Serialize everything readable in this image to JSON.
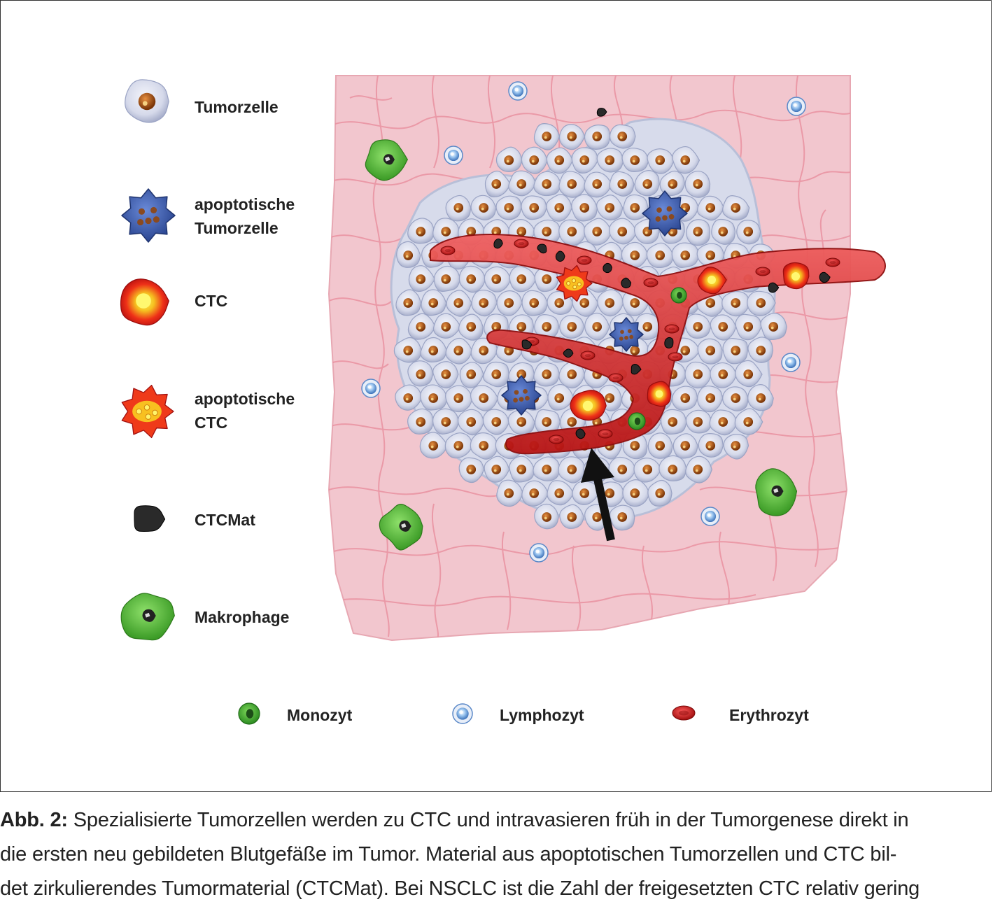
{
  "legend": {
    "tumor_cell": "Tumorzelle",
    "apoptotic_tumor_cell_line1": "apoptotische",
    "apoptotic_tumor_cell_line2": "Tumorzelle",
    "ctc": "CTC",
    "apoptotic_ctc_line1": "apoptotische",
    "apoptotic_ctc_line2": "CTC",
    "ctcmat": "CTCMat",
    "macrophage": "Makrophage",
    "monocyte": "Monozyt",
    "lymphocyte": "Lymphozyt",
    "erythrocyte": "Erythrozyt"
  },
  "caption": {
    "label": "Abb. 2:",
    "line1": "Spezialisierte Tumorzellen werden zu CTC und intravasieren früh in der Tumorgenese direkt in",
    "line2": "die ersten neu gebildeten Blutgefäße im Tumor. Material aus apoptotischen Tumorzellen und CTC bil-",
    "line3": "det zirkulierendes Tumormaterial (CTCMat). Bei NSCLC ist die Zahl der freigesetzten CTC relativ gering"
  },
  "colors": {
    "tissue": "#f2c4cc",
    "tissue_lines": "#e8909e",
    "tumor_cell": "#d8dcec",
    "nucleus": "#9a4a10",
    "apoptotic": "#3b5fb0",
    "ctc": "#e8261a",
    "ctc_core": "#f5f030",
    "vessel": "#c81e1e",
    "macrophage": "#5cc03a",
    "lymphocyte": "#7fb0e8",
    "ctcmat": "#222222"
  }
}
